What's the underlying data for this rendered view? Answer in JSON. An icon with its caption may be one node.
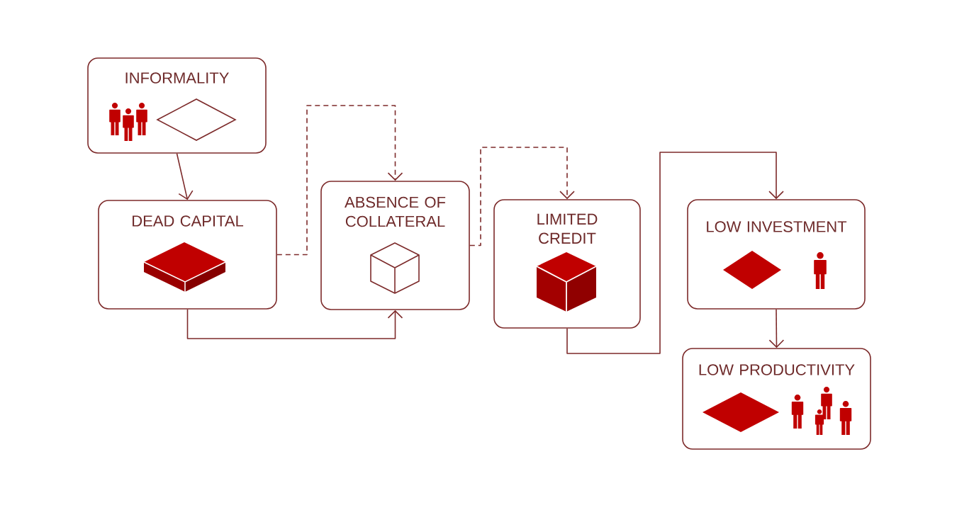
{
  "diagram": {
    "nodes": [
      {
        "text": [
          "INFORMALITY"
        ]
      },
      {
        "text": [
          "DEAD CAPITAL"
        ]
      },
      {
        "text": [
          "ABSENCE OF COLLATERAL"
        ]
      },
      {
        "text": [
          "LIMITED CREDIT"
        ]
      },
      {
        "text": [
          "LOW INVESTMENT"
        ]
      },
      {
        "text": [
          "LOW PRODUCTIVITY"
        ]
      }
    ],
    "edges": [
      {
        "from": 0,
        "to": 1,
        "arrow": "to"
      },
      {
        "from": 1,
        "to": 2,
        "arrow": "to",
        "style": "dashed"
      },
      {
        "from": 1,
        "to": 2,
        "arrow": "to"
      },
      {
        "from": 2,
        "to": 3,
        "arrow": "to",
        "style": "dashed"
      },
      {
        "from": 3,
        "to": 4,
        "arrow": "to"
      },
      {
        "from": 4,
        "to": 5,
        "arrow": "to"
      }
    ]
  }
}
